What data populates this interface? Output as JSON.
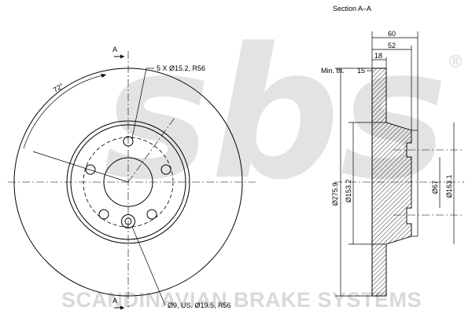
{
  "watermark": {
    "logo_text": "sbs",
    "registered_mark": "®",
    "company": "SCANDINAVIAN BRAKE SYSTEMS"
  },
  "section_title": "Section A–A",
  "section_marks": {
    "top": "A",
    "bottom": "A"
  },
  "angle_label": "72°",
  "callouts": {
    "bolt_holes": "5 X Ø15.2, R56",
    "small_holes": "Ø9, US. Ø19.5, R56"
  },
  "dimensions": {
    "overall_height": "60",
    "hat_height": "52",
    "disc_thickness": "18",
    "min_thickness_label": "Min. th.",
    "min_thickness_value": "15",
    "outer_diameter": "Ø275.9",
    "hat_diameter": "Ø153.2",
    "center_bore": "Ø67",
    "pcd_diameter": "Ø163.1"
  },
  "colors": {
    "line": "#000000",
    "watermark": "#e3e3e3"
  }
}
